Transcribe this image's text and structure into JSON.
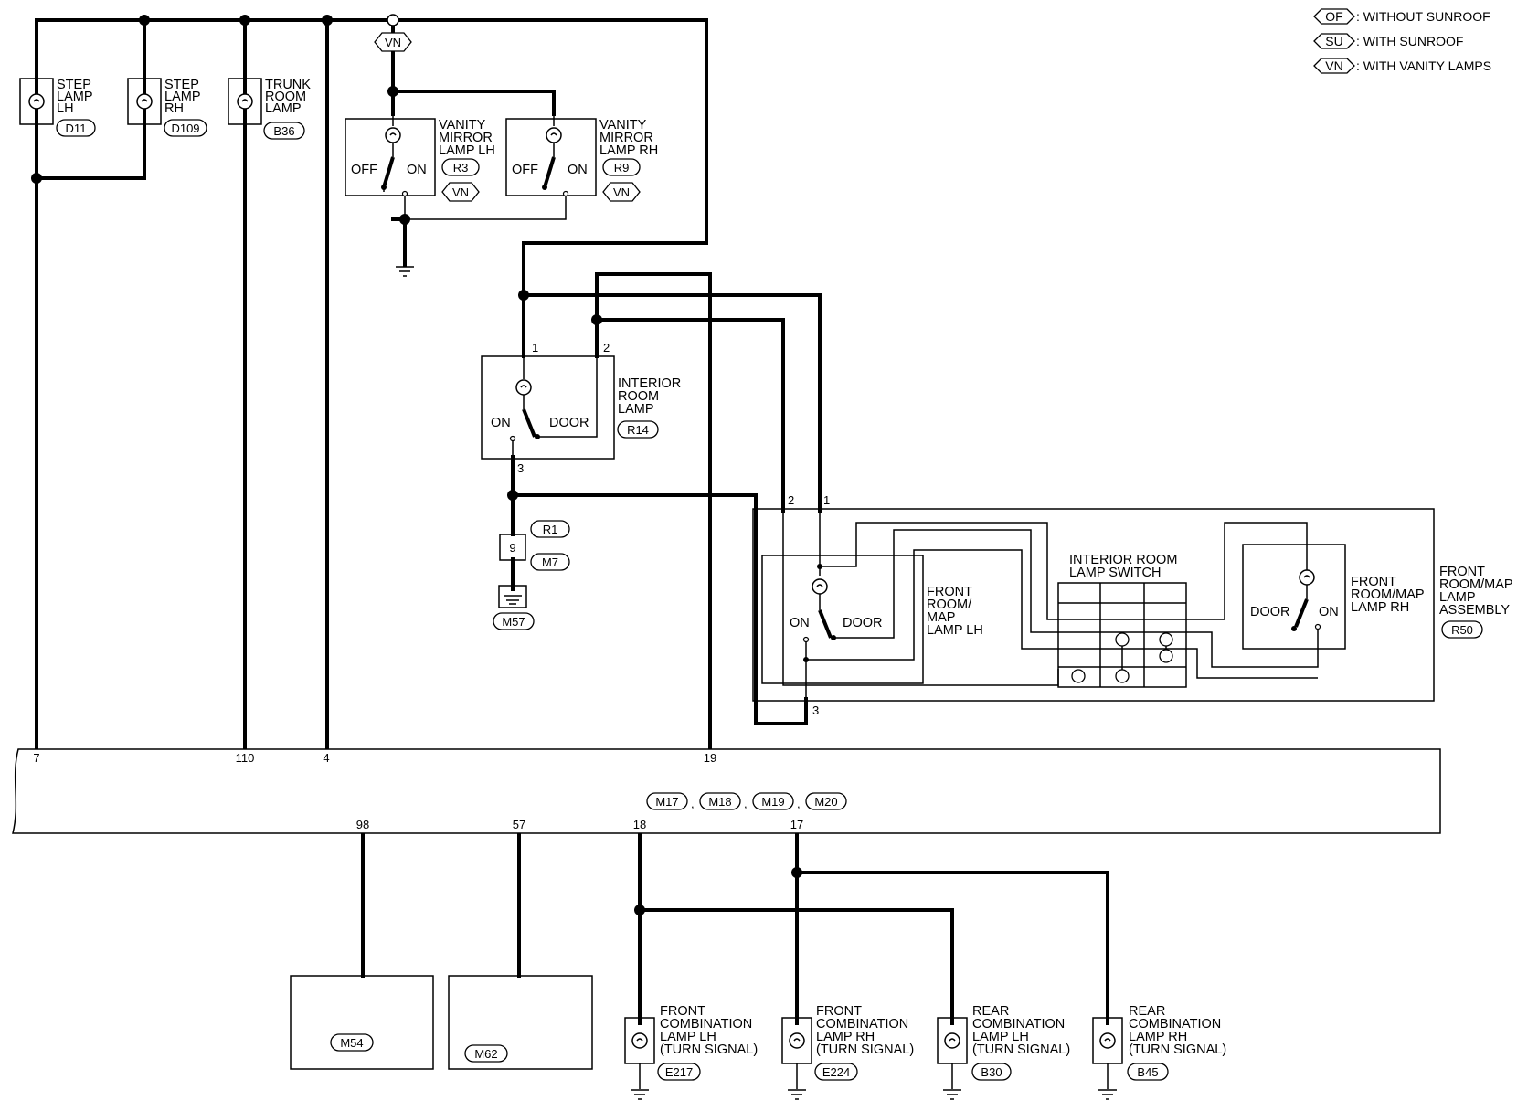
{
  "legend": [
    {
      "code": "OF",
      "text": ": WITHOUT SUNROOF"
    },
    {
      "code": "SU",
      "text": ": WITH SUNROOF"
    },
    {
      "code": "VN",
      "text": ": WITH VANITY LAMPS"
    }
  ],
  "components": {
    "step_lamp_lh": {
      "line1": "STEP",
      "line2": "LAMP",
      "line3": "LH",
      "connector": "D11"
    },
    "step_lamp_rh": {
      "line1": "STEP",
      "line2": "LAMP",
      "line3": "RH",
      "connector": "D109"
    },
    "trunk_room_lamp": {
      "line1": "TRUNK",
      "line2": "ROOM",
      "line3": "LAMP",
      "connector": "B36"
    },
    "vanity_lh": {
      "line1": "VANITY",
      "line2": "MIRROR",
      "line3": "LAMP LH",
      "connector": "R3",
      "option": "VN",
      "off": "OFF",
      "on": "ON"
    },
    "vanity_rh": {
      "line1": "VANITY",
      "line2": "MIRROR",
      "line3": "LAMP RH",
      "connector": "R9",
      "option": "VN",
      "off": "OFF",
      "on": "ON"
    },
    "interior_room_lamp": {
      "line1": "INTERIOR",
      "line2": "ROOM",
      "line3": "LAMP",
      "connector": "R14",
      "on": "ON",
      "door": "DOOR",
      "pin1": "1",
      "pin2": "2",
      "pin3": "3"
    },
    "ground_junction": {
      "pin": "9",
      "connector_a": "R1",
      "connector_b": "M7",
      "ground": "M57"
    },
    "front_room_map_lh": {
      "line1": "FRONT",
      "line2": "ROOM/",
      "line3": "MAP",
      "line4": "LAMP LH",
      "on": "ON",
      "door": "DOOR",
      "pin1": "1",
      "pin2": "2",
      "pin3": "3"
    },
    "room_lamp_switch": {
      "line1": "INTERIOR ROOM",
      "line2": "LAMP SWITCH"
    },
    "front_room_map_rh": {
      "line1": "FRONT",
      "line2": "ROOM/MAP",
      "line3": "LAMP RH",
      "on": "ON",
      "door": "DOOR"
    },
    "assembly": {
      "line1": "FRONT",
      "line2": "ROOM/MAP",
      "line3": "LAMP",
      "line4": "ASSEMBLY",
      "connector": "R50"
    },
    "bcm": {
      "connectors": [
        "M17",
        "M18",
        "M19",
        "M20"
      ],
      "separator": ",",
      "pins_top": [
        "7",
        "110",
        "4",
        "19"
      ],
      "pins_bottom": [
        "98",
        "57",
        "18",
        "17"
      ]
    },
    "unit_m54": {
      "connector": "M54"
    },
    "unit_m62": {
      "connector": "M62"
    },
    "front_combo_lh": {
      "line1": "FRONT",
      "line2": "COMBINATION",
      "line3": "LAMP LH",
      "line4": "(TURN SIGNAL)",
      "connector": "E217"
    },
    "front_combo_rh": {
      "line1": "FRONT",
      "line2": "COMBINATION",
      "line3": "LAMP RH",
      "line4": "(TURN SIGNAL)",
      "connector": "E224"
    },
    "rear_combo_lh": {
      "line1": "REAR",
      "line2": "COMBINATION",
      "line3": "LAMP LH",
      "line4": "(TURN SIGNAL)",
      "connector": "B30"
    },
    "rear_combo_rh": {
      "line1": "REAR",
      "line2": "COMBINATION",
      "line3": "LAMP RH",
      "line4": "(TURN SIGNAL)",
      "connector": "B45"
    }
  },
  "top_option": "VN"
}
